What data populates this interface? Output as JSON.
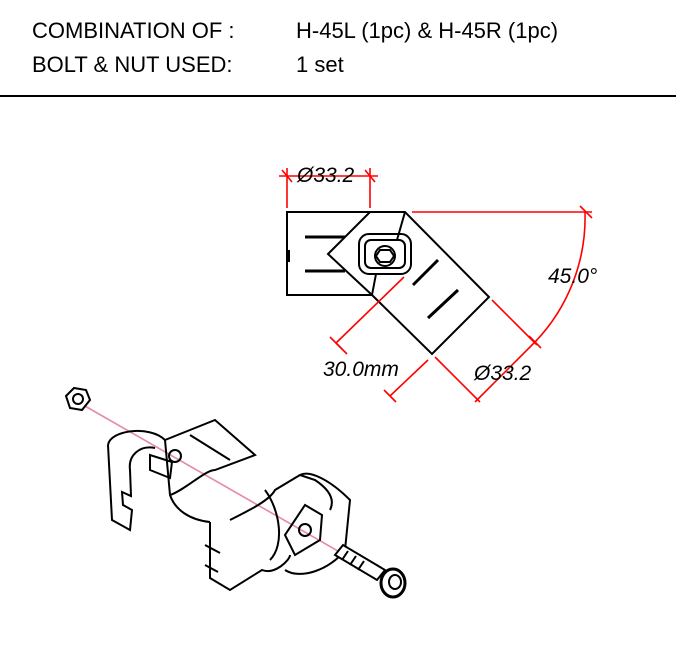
{
  "header": {
    "combination_label": "COMBINATION OF :",
    "combination_value": "H-45L (1pc) & H-45R (1pc)",
    "bolt_label": "BOLT & NUT USED:",
    "bolt_value": "1 set"
  },
  "dimensions": {
    "diameter_top": "Ø33.2",
    "angle": "45.0°",
    "length": "30.0mm",
    "diameter_angled": "Ø33.2"
  },
  "colors": {
    "dimension": "#ff0000",
    "assembly_line": "#e58aa8",
    "outline": "#000000"
  }
}
